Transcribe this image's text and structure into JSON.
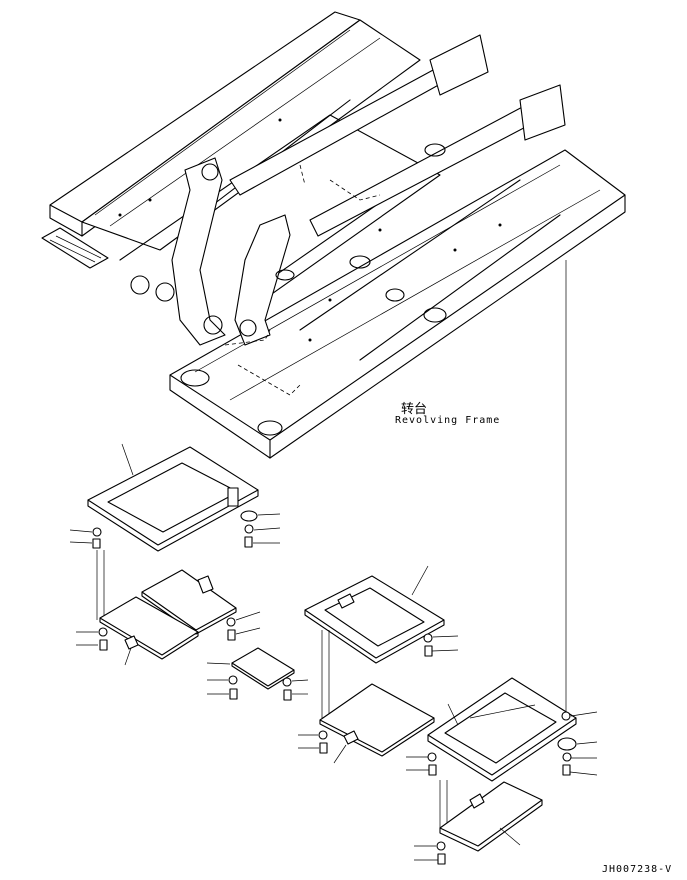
{
  "labels": {
    "frame_cn": "转台",
    "frame_en": "Revolving Frame",
    "drawing_code": "JH007238-V"
  }
}
